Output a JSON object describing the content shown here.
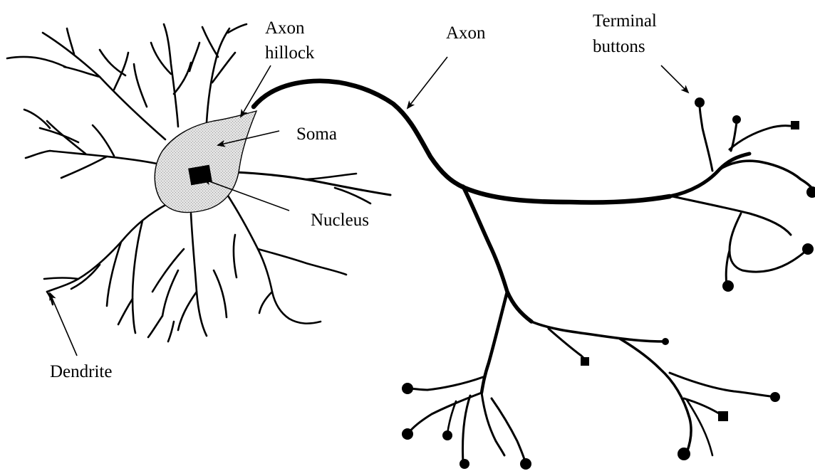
{
  "diagram": {
    "labels": {
      "axon_hillock_line1": "Axon",
      "axon_hillock_line2": "hillock",
      "axon": "Axon",
      "terminal_line1": "Terminal",
      "terminal_line2": "buttons",
      "soma": "Soma",
      "nucleus": "Nucleus",
      "dendrite": "Dendrite"
    },
    "colors": {
      "ink": "#000000",
      "soma_fill": "#d9d9d9",
      "nucleus": "#000000"
    }
  }
}
